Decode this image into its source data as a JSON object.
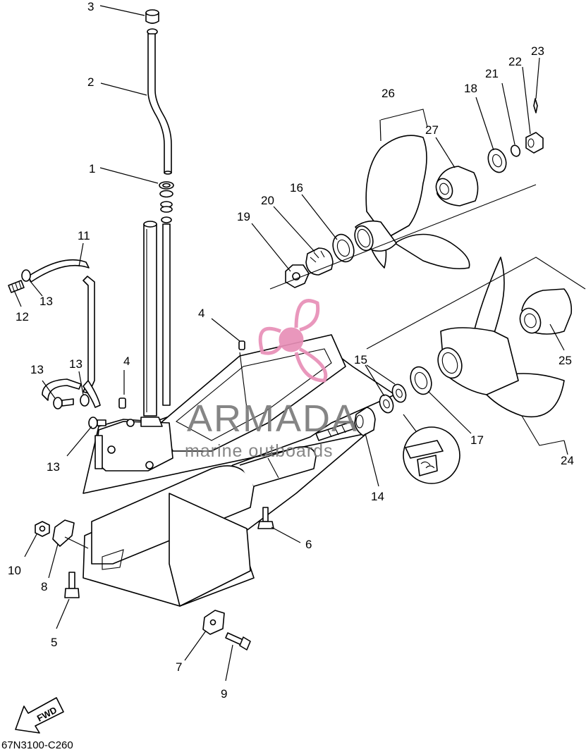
{
  "diagram_code": "67N3100-C260",
  "fwd_label": "FWD",
  "watermark": {
    "brand": "ARMADA",
    "tagline": "marine outboards",
    "accent_color": "#e88fb7",
    "text_color": "#7b7b7b"
  },
  "callouts": [
    {
      "id": "c1",
      "label": "1"
    },
    {
      "id": "c2",
      "label": "2"
    },
    {
      "id": "c3",
      "label": "3"
    },
    {
      "id": "c4a",
      "label": "4"
    },
    {
      "id": "c4b",
      "label": "4"
    },
    {
      "id": "c5",
      "label": "5"
    },
    {
      "id": "c6",
      "label": "6"
    },
    {
      "id": "c7",
      "label": "7"
    },
    {
      "id": "c8",
      "label": "8"
    },
    {
      "id": "c9",
      "label": "9"
    },
    {
      "id": "c10",
      "label": "10"
    },
    {
      "id": "c11",
      "label": "11"
    },
    {
      "id": "c12",
      "label": "12"
    },
    {
      "id": "c13a",
      "label": "13"
    },
    {
      "id": "c13b",
      "label": "13"
    },
    {
      "id": "c13c",
      "label": "13"
    },
    {
      "id": "c13d",
      "label": "13"
    },
    {
      "id": "c14",
      "label": "14"
    },
    {
      "id": "c15",
      "label": "15"
    },
    {
      "id": "c16",
      "label": "16"
    },
    {
      "id": "c17",
      "label": "17"
    },
    {
      "id": "c18",
      "label": "18"
    },
    {
      "id": "c19",
      "label": "19"
    },
    {
      "id": "c20",
      "label": "20"
    },
    {
      "id": "c21",
      "label": "21"
    },
    {
      "id": "c22",
      "label": "22"
    },
    {
      "id": "c23",
      "label": "23"
    },
    {
      "id": "c24",
      "label": "24"
    },
    {
      "id": "c25",
      "label": "25"
    },
    {
      "id": "c26",
      "label": "26"
    },
    {
      "id": "c27",
      "label": "27"
    }
  ]
}
